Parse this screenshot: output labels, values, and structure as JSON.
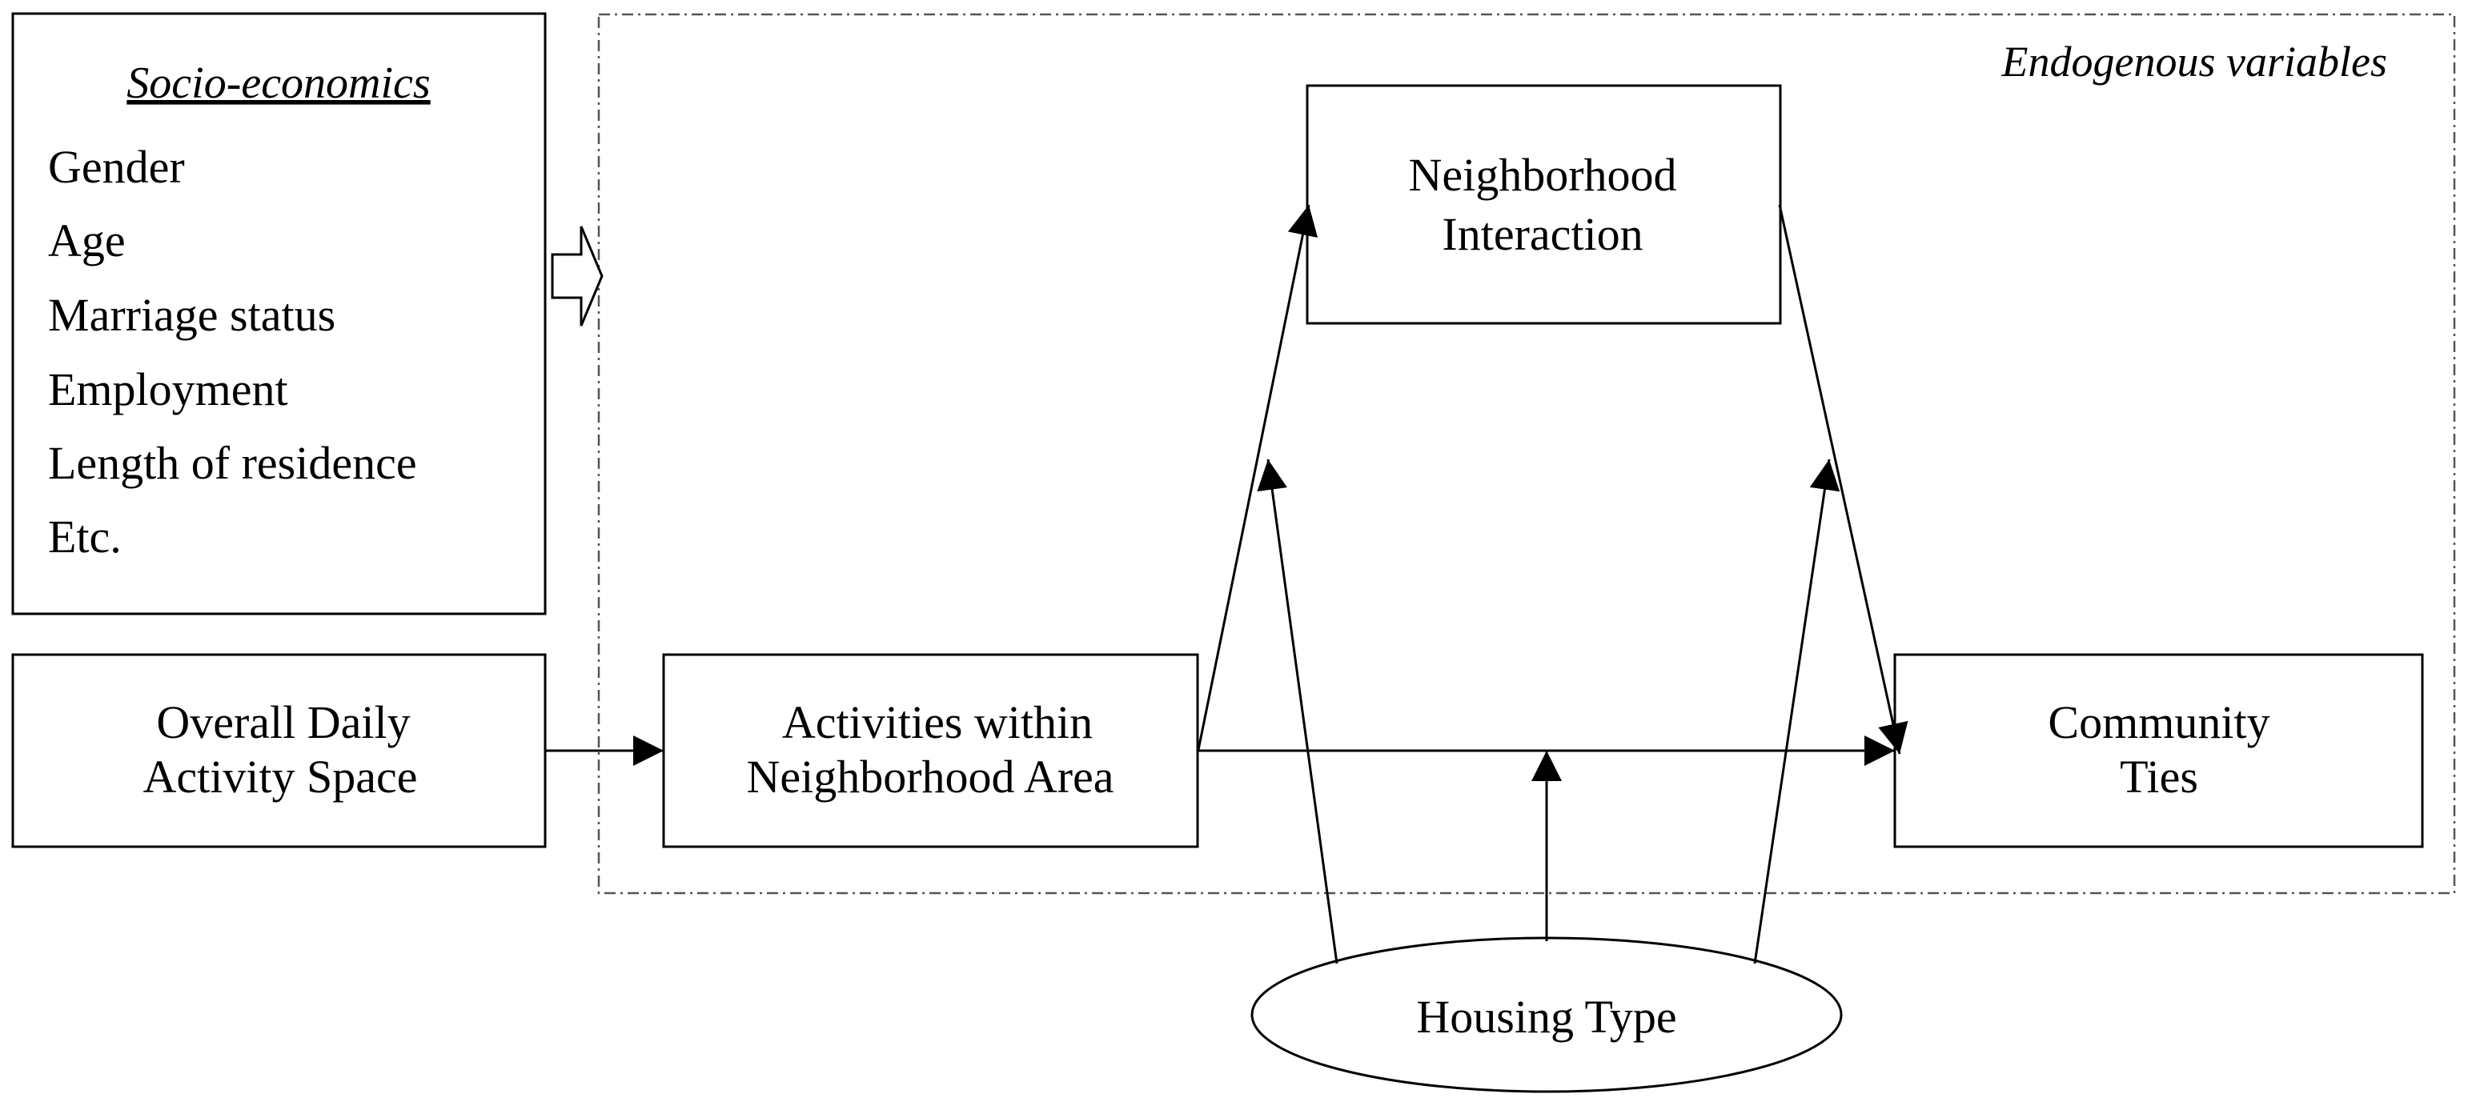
{
  "region": {
    "label": "Endogenous variables"
  },
  "socio": {
    "title": "Socio-economics",
    "items": [
      "Gender",
      "Age",
      "Marriage status",
      "Employment",
      "Length of residence",
      "Etc."
    ]
  },
  "nodes": {
    "overall": {
      "line1": "Overall Daily",
      "line2": "Activity Space"
    },
    "activities": {
      "line1": "Activities within",
      "line2": "Neighborhood Area"
    },
    "interaction": {
      "line1": "Neighborhood",
      "line2": "Interaction"
    },
    "ties": {
      "line1": "Community",
      "line2": "Ties"
    },
    "housing": {
      "label": "Housing Type"
    }
  },
  "edges": [
    {
      "from": "Overall Daily Activity Space",
      "to": "Activities within Neighborhood Area"
    },
    {
      "from": "Activities within Neighborhood Area",
      "to": "Community Ties"
    },
    {
      "from": "Activities within Neighborhood Area",
      "to": "Neighborhood Interaction"
    },
    {
      "from": "Neighborhood Interaction",
      "to": "Community Ties"
    },
    {
      "from": "Housing Type",
      "to": "Activities within Neighborhood Area → Neighborhood Interaction"
    },
    {
      "from": "Housing Type",
      "to": "Activities within Neighborhood Area → Community Ties"
    },
    {
      "from": "Housing Type",
      "to": "Neighborhood Interaction → Community Ties"
    },
    {
      "from": "Socio-economics",
      "to": "Endogenous variables"
    }
  ]
}
